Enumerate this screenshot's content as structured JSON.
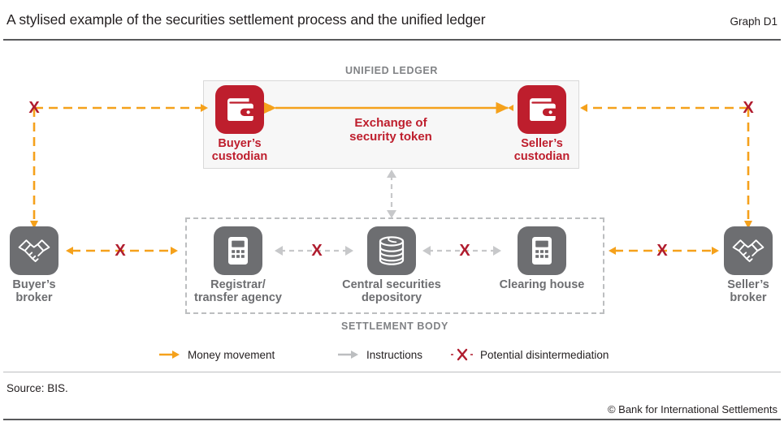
{
  "header": {
    "title": "A stylised example of the securities settlement process and the unified ledger",
    "graph_number": "Graph D1"
  },
  "footer": {
    "source": "Source: BIS.",
    "copyright": "© Bank for International Settlements"
  },
  "sections": {
    "ledger_caption": "UNIFIED LEDGER",
    "settlement_caption": "SETTLEMENT BODY"
  },
  "ledger": {
    "center_label": "Exchange of\nsecurity token",
    "nodes": [
      {
        "id": "buyers-custodian",
        "label": "Buyer’s\ncustodian",
        "icon": "wallet-icon",
        "color": "#be1e2d"
      },
      {
        "id": "sellers-custodian",
        "label": "Seller’s\ncustodian",
        "icon": "wallet-icon",
        "color": "#be1e2d"
      }
    ]
  },
  "settlement": {
    "nodes": [
      {
        "id": "registrar-transfer-agency",
        "label": "Registrar/\ntransfer agency",
        "icon": "calculator-icon",
        "color": "#6d6e71"
      },
      {
        "id": "central-securities-depository",
        "label": "Central securities\ndepository",
        "icon": "database-icon",
        "color": "#6d6e71"
      },
      {
        "id": "clearing-house",
        "label": "Clearing house",
        "icon": "calculator-icon",
        "color": "#6d6e71"
      }
    ]
  },
  "brokers": [
    {
      "id": "buyers-broker",
      "label": "Buyer’s\nbroker",
      "icon": "handshake-icon",
      "color": "#6d6e71"
    },
    {
      "id": "sellers-broker",
      "label": "Seller’s\nbroker",
      "icon": "handshake-icon",
      "color": "#6d6e71"
    }
  ],
  "legend": [
    {
      "id": "money-movement",
      "label": "Money movement",
      "marker": "solid-orange-arrow",
      "color": "#f5a11b"
    },
    {
      "id": "instructions",
      "label": "Instructions",
      "marker": "solid-grey-arrow",
      "color": "#bcbec0"
    },
    {
      "id": "potential-disintermediation",
      "label": "Potential disintermediation",
      "marker": "red-x-dashed",
      "color": "#b01c2e"
    }
  ],
  "x_markers": [
    {
      "id": "x-left-corner",
      "glyph": "X"
    },
    {
      "id": "x-buyer-broker-to-registrar",
      "glyph": "X"
    },
    {
      "id": "x-registrar-to-csd",
      "glyph": "X"
    },
    {
      "id": "x-csd-to-clearing",
      "glyph": "X"
    },
    {
      "id": "x-clearing-to-seller-broker",
      "glyph": "X"
    },
    {
      "id": "x-right-corner",
      "glyph": "X"
    }
  ],
  "colors": {
    "orange": "#f5a11b",
    "red": "#be1e2d",
    "dark_red": "#b01c2e",
    "grey": "#6d6e71",
    "light_grey": "#bcbec0",
    "caption_grey": "#808285",
    "ledger_fill": "#f7f7f7"
  }
}
